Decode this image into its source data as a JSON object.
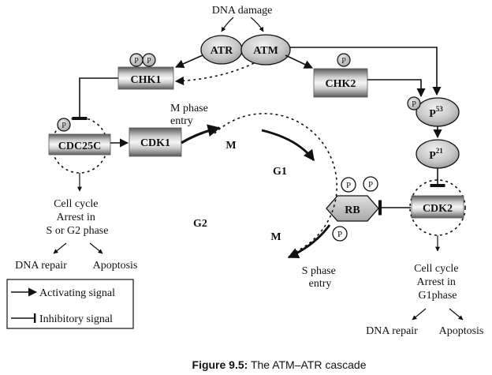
{
  "trigger": {
    "dna_damage": "DNA damage"
  },
  "nodes": {
    "atr": "ATR",
    "atm": "ATM",
    "chk1": "CHK1",
    "chk2": "CHK2",
    "cdc25c": "CDC25C",
    "cdk1": "CDK1",
    "p53": {
      "base": "P",
      "sup": "53"
    },
    "p21": {
      "base": "P",
      "sup": "21"
    },
    "cdk2": "CDK2",
    "rb": "RB",
    "phospho": "P"
  },
  "cycle": {
    "phases": {
      "m_top": "M",
      "g1": "G1",
      "g2": "G2",
      "m_bottom": "M"
    },
    "m_entry": [
      "M phase",
      "entry"
    ],
    "s_entry": [
      "S phase",
      "entry"
    ]
  },
  "left_outcome": {
    "arrest": [
      "Cell cycle",
      "Arrest in",
      "S or G2 phase"
    ],
    "repair": "DNA repair",
    "apoptosis": "Apoptosis"
  },
  "right_outcome": {
    "arrest": [
      "Cell cycle",
      "Arrest in",
      "G1phase"
    ],
    "repair": "DNA repair",
    "apoptosis": "Apoptosis"
  },
  "legend": {
    "activating": "Activating signal",
    "inhibitory": "Inhibitory signal"
  },
  "caption": {
    "label": "Figure 9.5:",
    "text": " The ATM–ATR cascade"
  }
}
